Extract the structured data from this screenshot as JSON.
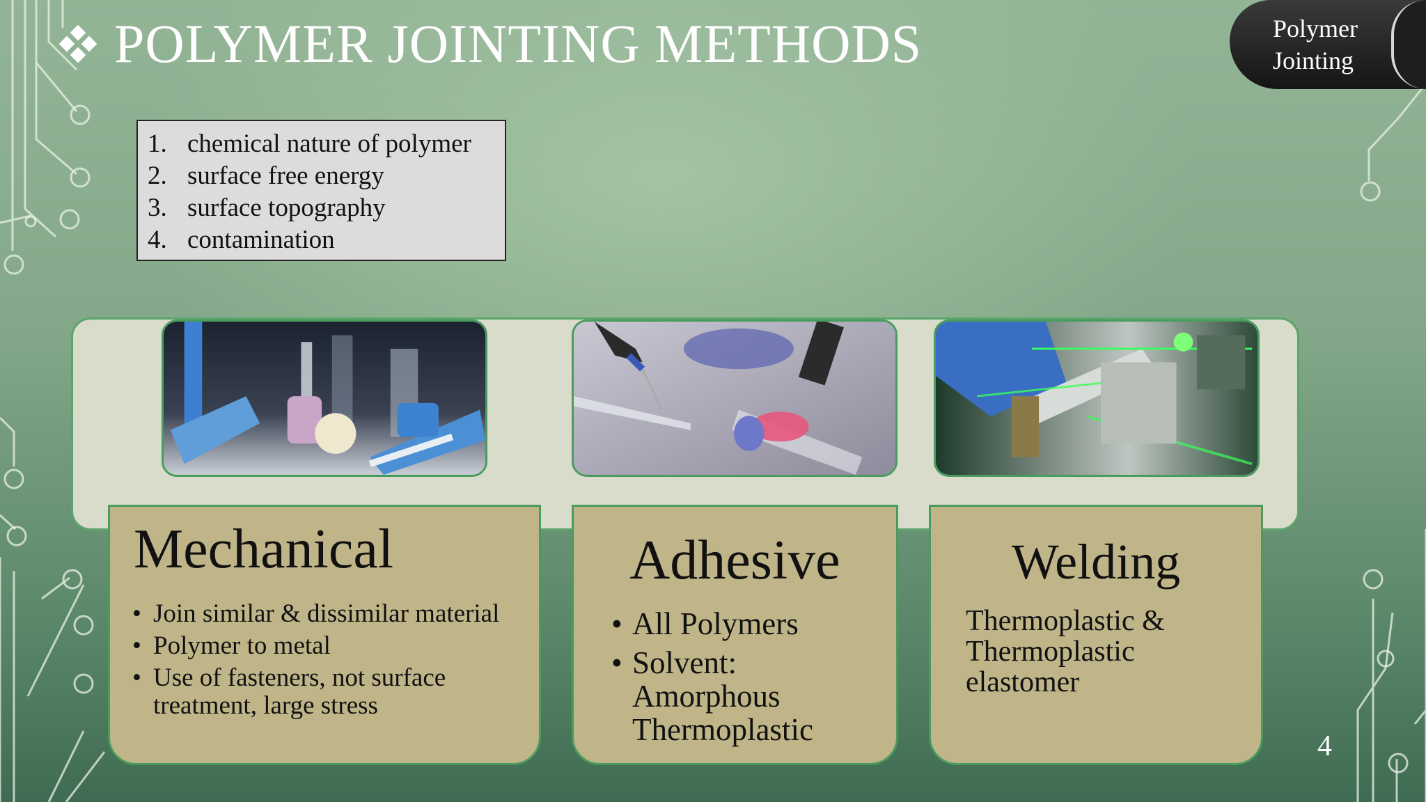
{
  "slide": {
    "title": "POLYMER JOINTING METHODS",
    "section_tab": [
      "Polymer",
      "Jointing"
    ],
    "page_number": "4"
  },
  "factors": [
    {
      "num": "1.",
      "text": "chemical nature of polymer"
    },
    {
      "num": "2.",
      "text": "surface free energy"
    },
    {
      "num": "3.",
      "text": "surface topography"
    },
    {
      "num": "4.",
      "text": "contamination"
    }
  ],
  "methods": [
    {
      "title": "Mechanical",
      "bullets": [
        "Join similar & dissimilar material",
        "Polymer to metal",
        "Use of fasteners, not surface treatment, large stress"
      ],
      "image": "medical-connectors-photo"
    },
    {
      "title": "Adhesive",
      "bullets": [
        "All Polymers",
        "Solvent: Amorphous Thermoplastic"
      ],
      "image": "adhesive-dispensing-photo"
    },
    {
      "title": "Welding",
      "lines": [
        "Thermoplastic &",
        "Thermoplastic",
        "elastomer"
      ],
      "image": "laser-welding-photo"
    }
  ],
  "colors": {
    "background": "#8fb391",
    "card_fill": "#bfb588",
    "band_fill": "#d9dccb",
    "accent_green": "#4a9b5e",
    "tab_fill": "#1e1e1e"
  }
}
